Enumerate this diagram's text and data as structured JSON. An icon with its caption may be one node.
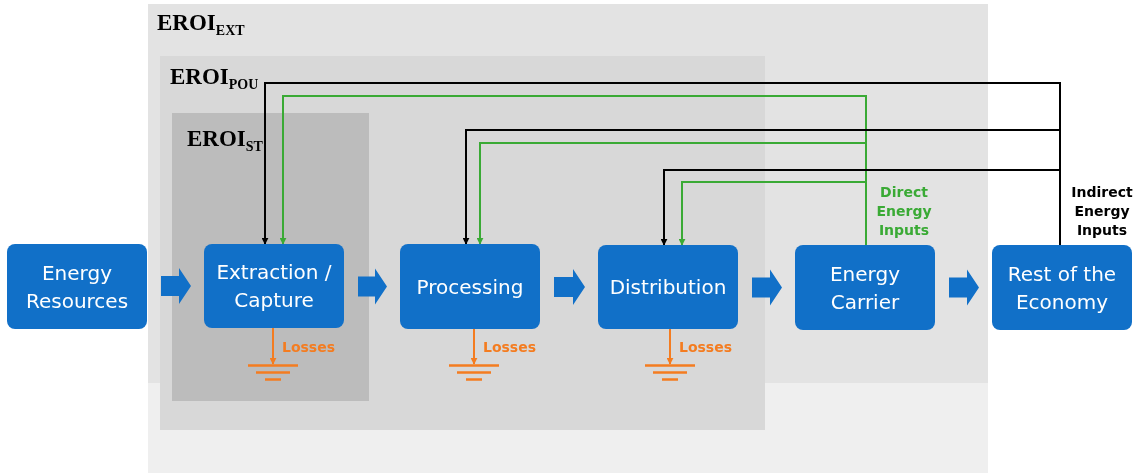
{
  "diagram": {
    "nodes": [
      {
        "text": [
          "EROI$_{EXT}$"
        ]
      },
      {
        "text": [
          "EROI$_{POU}$"
        ],
        "in": 0
      },
      {
        "text": [
          "EROI$_{ST}$"
        ],
        "in": 1
      },
      {
        "text": [
          "Energy Resources"
        ]
      },
      {
        "text": [
          "Extraction / Capture"
        ],
        "in": 2
      },
      {
        "text": [
          "Processing"
        ],
        "in": 1
      },
      {
        "text": [
          "Distribution"
        ],
        "in": 1
      },
      {
        "text": [
          "Energy Carrier"
        ],
        "in": 0
      },
      {
        "text": [
          "Rest of the Economy"
        ]
      },
      {
        "text": [],
        "shape": "ground",
        "beside": [
          "Losses"
        ],
        "in": 2
      },
      {
        "text": [],
        "shape": "ground",
        "beside": [
          "Losses"
        ],
        "in": 1
      },
      {
        "text": [],
        "shape": "ground",
        "beside": [
          "Losses"
        ],
        "in": 1
      }
    ],
    "edges": [
      {
        "from": 3,
        "to": 4,
        "arrow": "to",
        "style": "thick"
      },
      {
        "from": 4,
        "to": 5,
        "arrow": "to",
        "style": "thick"
      },
      {
        "from": 5,
        "to": 6,
        "arrow": "to",
        "style": "thick"
      },
      {
        "from": 6,
        "to": 7,
        "arrow": "to",
        "style": "thick"
      },
      {
        "from": 7,
        "to": 8,
        "arrow": "to",
        "style": "thick"
      },
      {
        "from": 8,
        "to": 4,
        "arrow": "to",
        "color": "#000000"
      },
      {
        "from": 7,
        "to": 4,
        "arrow": "to",
        "color": "#3aaa35"
      },
      {
        "from": 8,
        "to": 5,
        "arrow": "to",
        "color": "#000000"
      },
      {
        "from": 7,
        "to": 5,
        "arrow": "to",
        "color": "#3aaa35"
      },
      {
        "from": 8,
        "to": 6,
        "arrow": "to",
        "color": "#000000"
      },
      {
        "from": 7,
        "to": 6,
        "arrow": "to",
        "color": "#3aaa35"
      },
      {
        "from": 4,
        "to": 9,
        "arrow": "to",
        "color": "#f47c20"
      },
      {
        "from": 5,
        "to": 10,
        "arrow": "to",
        "color": "#f47c20"
      },
      {
        "from": 6,
        "to": 11,
        "arrow": "to",
        "color": "#f47c20"
      }
    ],
    "labels": [
      "Direct Energy Inputs",
      "Indirect Energy Inputs"
    ]
  }
}
